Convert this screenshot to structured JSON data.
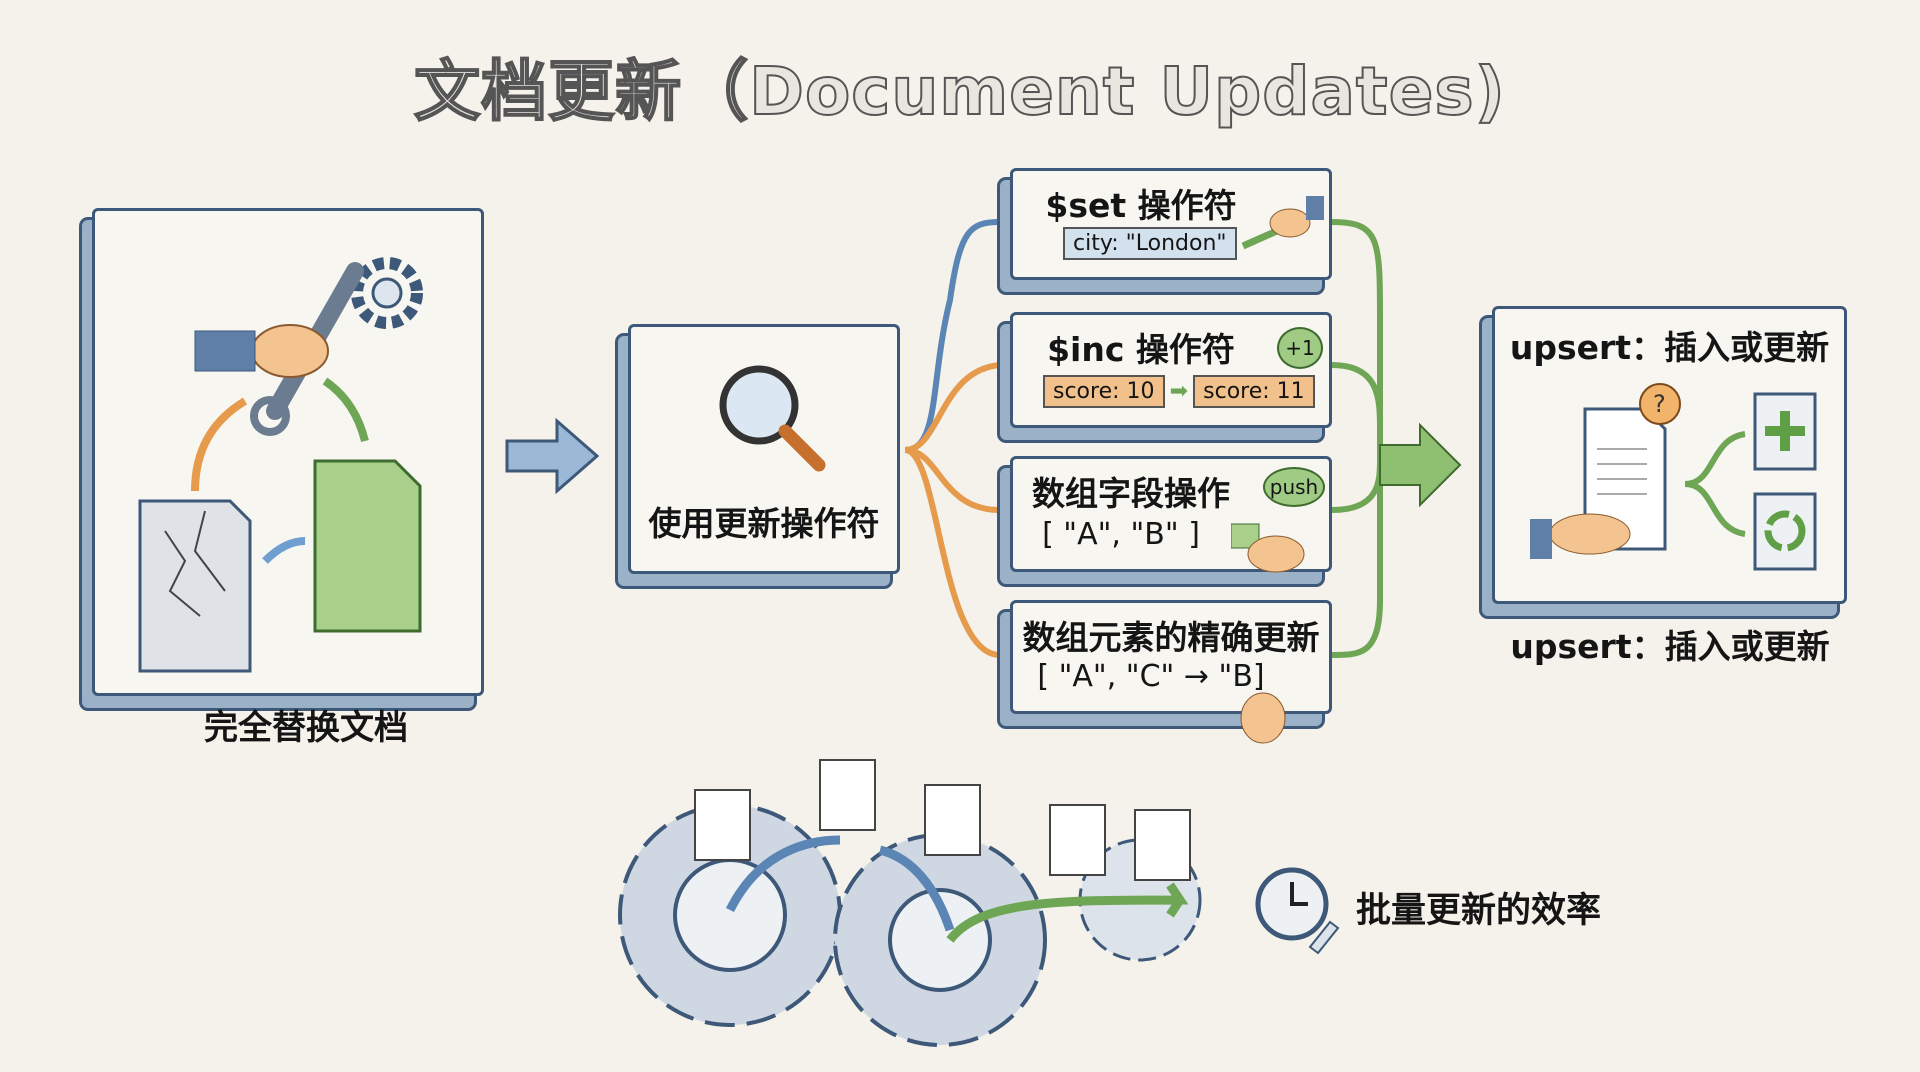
{
  "title": "文档更新（Document Updates)",
  "replace": {
    "label": "完全替换文档"
  },
  "operators": {
    "label": "使用更新操作符"
  },
  "ops": [
    {
      "title": "$set 操作符",
      "code": "city: \"London\""
    },
    {
      "title": "$inc 操作符",
      "before": "score: 10",
      "after": "score: 11",
      "badge": "+1"
    },
    {
      "title": "数组字段操作",
      "code": "[ \"A\", \"B\" ]",
      "badge": "push"
    },
    {
      "title": "数组元素的精确更新",
      "code": "[ \"A\", \"C\" → \"B]"
    }
  ],
  "upsert": {
    "title": "upsert：插入或更新",
    "label": "upsert：插入或更新"
  },
  "bulk": {
    "label": "批量更新的效率"
  },
  "colors": {
    "blue": "#3d5878",
    "green": "#6fa656",
    "orange": "#e69a4c"
  }
}
